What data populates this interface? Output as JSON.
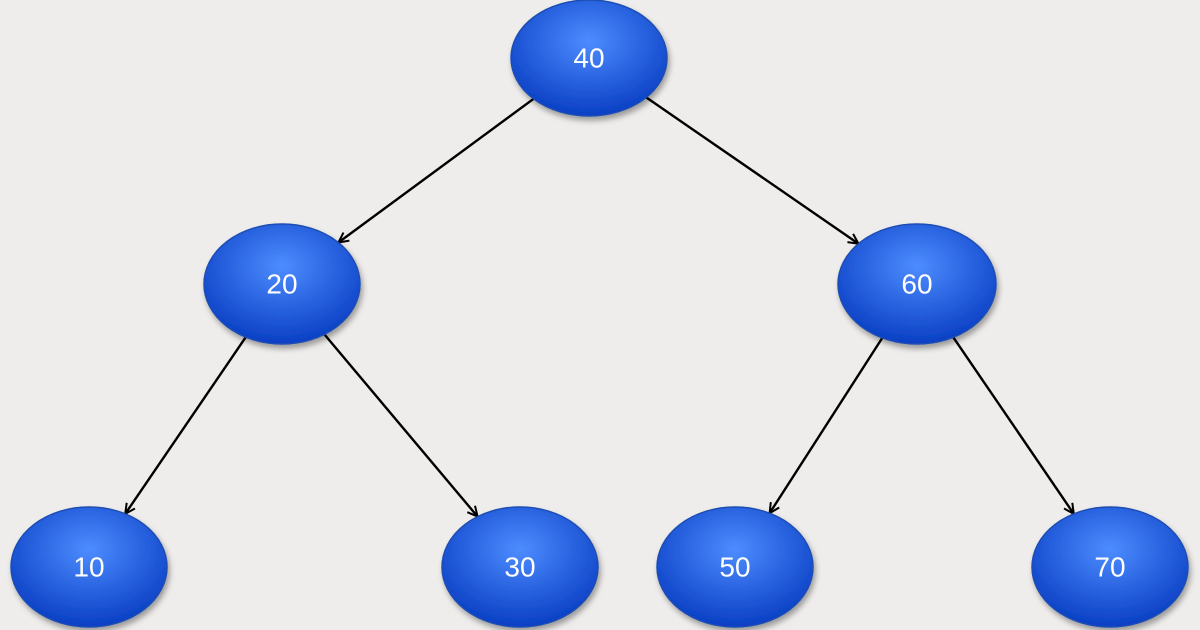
{
  "colors": {
    "background": "#efedeb",
    "node_fill_light": "#4d8cff",
    "node_fill_dark": "#0a3fc4",
    "node_stroke": "#1d4eb3",
    "node_text": "#ffffff",
    "edge": "#000000"
  },
  "tree": {
    "nodes": [
      {
        "id": "n40",
        "label": "40"
      },
      {
        "id": "n20",
        "label": "20"
      },
      {
        "id": "n60",
        "label": "60"
      },
      {
        "id": "n10",
        "label": "10"
      },
      {
        "id": "n30",
        "label": "30"
      },
      {
        "id": "n50",
        "label": "50"
      },
      {
        "id": "n70",
        "label": "70"
      }
    ],
    "edges": [
      {
        "from": "n40",
        "to": "n20"
      },
      {
        "from": "n40",
        "to": "n60"
      },
      {
        "from": "n20",
        "to": "n10"
      },
      {
        "from": "n20",
        "to": "n30"
      },
      {
        "from": "n60",
        "to": "n50"
      },
      {
        "from": "n60",
        "to": "n70"
      }
    ]
  }
}
